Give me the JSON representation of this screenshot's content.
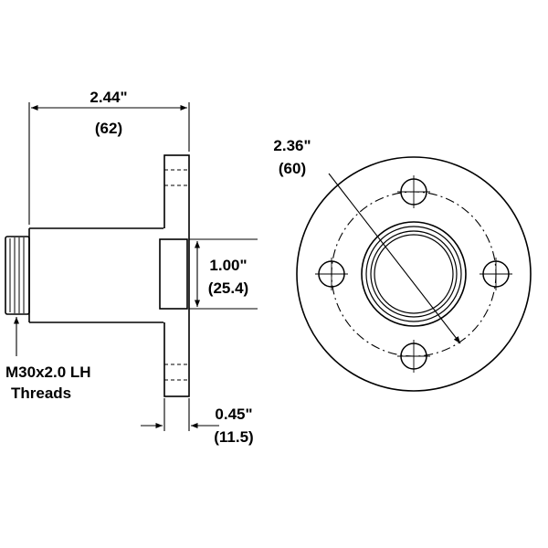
{
  "side_view": {
    "overall_length": {
      "inch": "2.44\"",
      "mm": "(62)"
    },
    "bore_diameter": {
      "inch": "1.00\"",
      "mm": "(25.4)"
    },
    "flange_thickness": {
      "inch": "0.45\"",
      "mm": "(11.5)"
    },
    "thread_note": {
      "line1": "M30x2.0 LH",
      "line2": "Threads"
    }
  },
  "front_view": {
    "bolt_circle": {
      "inch": "2.36\"",
      "mm": "(60)"
    },
    "bolt_hole_count": 4
  },
  "colors": {
    "line": "#000000",
    "background": "#ffffff"
  }
}
